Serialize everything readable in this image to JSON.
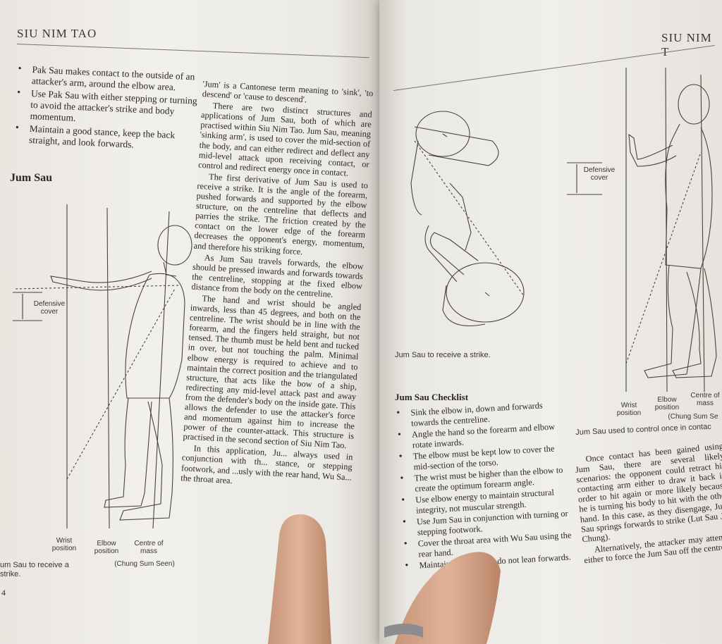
{
  "left_page": {
    "running_head": "SIU NIM TAO",
    "page_number": "4",
    "bullets": [
      "Pak Sau makes contact to the outside of an attacker's arm, around the elbow area.",
      "Use Pak Sau with either stepping or turning to avoid the attacker's strike and body momentum.",
      "Maintain a good stance, keep the back straight, and look forwards."
    ],
    "section_heading": "Jum Sau",
    "figure_labels": {
      "defensive_cover": "Defensive cover",
      "wrist_position": "Wrist position",
      "elbow_position": "Elbow position",
      "centre_of_mass": "Centre of mass",
      "credit": "(Chung Sum Seen)"
    },
    "figure_caption": "um Sau to receive a strike.",
    "body_paragraphs": [
      "'Jum' is a Cantonese term meaning to 'sink', 'to descend' or 'cause to descend'.",
      "There are two distinct structures and applications of Jum Sau, both of which are practised within Siu Nim Tao. Jum Sau, meaning 'sinking arm', is used to cover the mid-section of the body, and can either redirect and deflect any mid-level attack upon receiving contact, or control and redirect energy once in contact.",
      "The first derivative of Jum Sau is used to receive a strike. It is the angle of the forearm, pushed forwards and supported by the elbow structure, on the centreline that deflects and parries the strike. The friction created by the contact on the lower edge of the forearm decreases the opponent's energy, momentum, and therefore his striking force.",
      "As Jum Sau travels forwards, the elbow should be pressed inwards and forwards towards the centreline, stopping at the fixed elbow distance from the body on the centreline.",
      "The hand and wrist should be angled inwards, less than 45 degrees, and both on the centreline. The wrist should be in line with the forearm, and the fingers held straight, but not tensed. The thumb must be held bent and tucked in over, but not touching the palm. Minimal elbow energy is required to achieve and to maintain the correct position and the triangulated structure, that acts like the bow of a ship, redirecting any mid-level attack past and away from the defender's body on the inside gate. This allows the defender to use the attacker's force and momentum against him to increase the power of the counter-attack. This structure is practised in the second section of Siu Nim Tao.",
      "In this application, Ju... always used in conjunction with th... stance, or stepping footwork, and ...usly with the rear hand, Wu Sa... the throat area."
    ]
  },
  "right_page": {
    "running_head": "SIU NIM T",
    "figure_caption_top": "Jum Sau to receive a strike.",
    "checklist_heading": "Jum Sau Checklist",
    "checklist": [
      "Sink the elbow in, down and forwards towards the centreline.",
      "Angle the hand so the forearm and elbow rotate inwards.",
      "The elbow must be kept low to cover the mid-section of the torso.",
      "The wrist must be higher than the elbow to create the optimum forearm angle.",
      "Use elbow energy to maintain structural integrity, not muscular strength.",
      "Use Jum Sau in conjunction with turning or stepping footwork.",
      "Cover the throat area with Wu Sau using the rear hand.",
      "Maintain a ... posture; do not lean forwards."
    ],
    "figure_labels": {
      "defensive_cover": "Defensive cover",
      "wrist_position": "Wrist position",
      "elbow_position": "Elbow position",
      "centre_of_mass": "Centre of mass",
      "credit": "(Chung Sum Se"
    },
    "figure_caption_right": "Jum Sau used to control once in contac",
    "body_paragraphs": [
      "Once contact has been gained using Jum Sau, there are several likely scenarios: the opponent could retract his contacting arm either to draw it back in order to hit again or more likely because he is turning his body to hit with the other hand. In this case, as they disengage, Jum Sau springs forwards to strike (Lut Sau Jic Chung).",
      "Alternatively, the attacker may attempt either to force the Jum Sau off the centre"
    ]
  }
}
